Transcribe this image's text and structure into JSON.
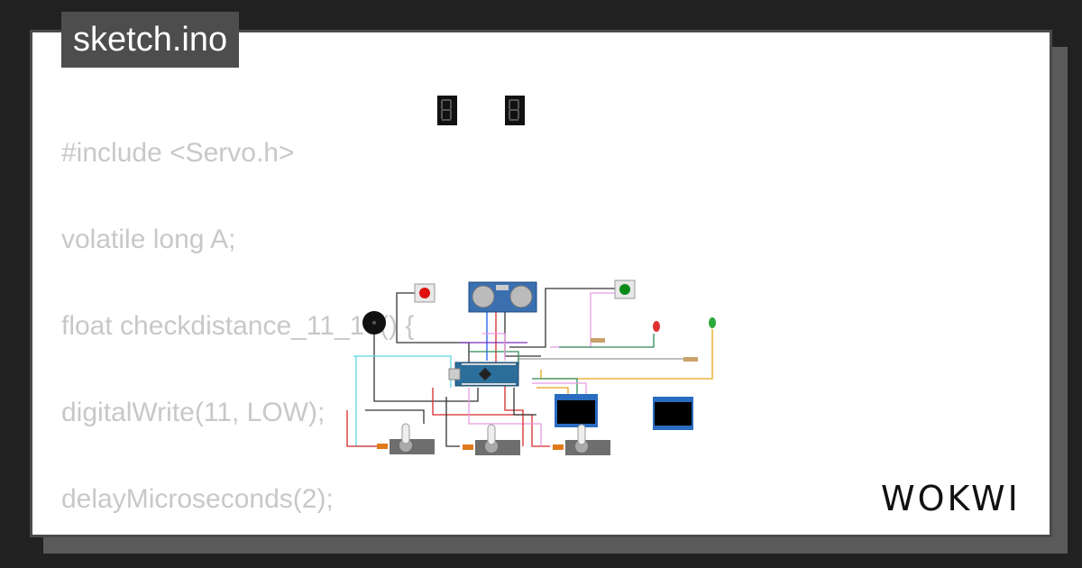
{
  "window": {
    "title": "sketch.ino"
  },
  "code_lines": [
    "#include <Servo.h>",
    "volatile long A;",
    "float checkdistance_11_10() {",
    "digitalWrite(11, LOW);",
    "delayMicroseconds(2);"
  ],
  "brand": {
    "logo_text": "WOKWI"
  },
  "colors": {
    "background": "#212121",
    "card": "#ffffff",
    "tab": "#4d4d4d",
    "code_text": "#c8c8c8"
  }
}
